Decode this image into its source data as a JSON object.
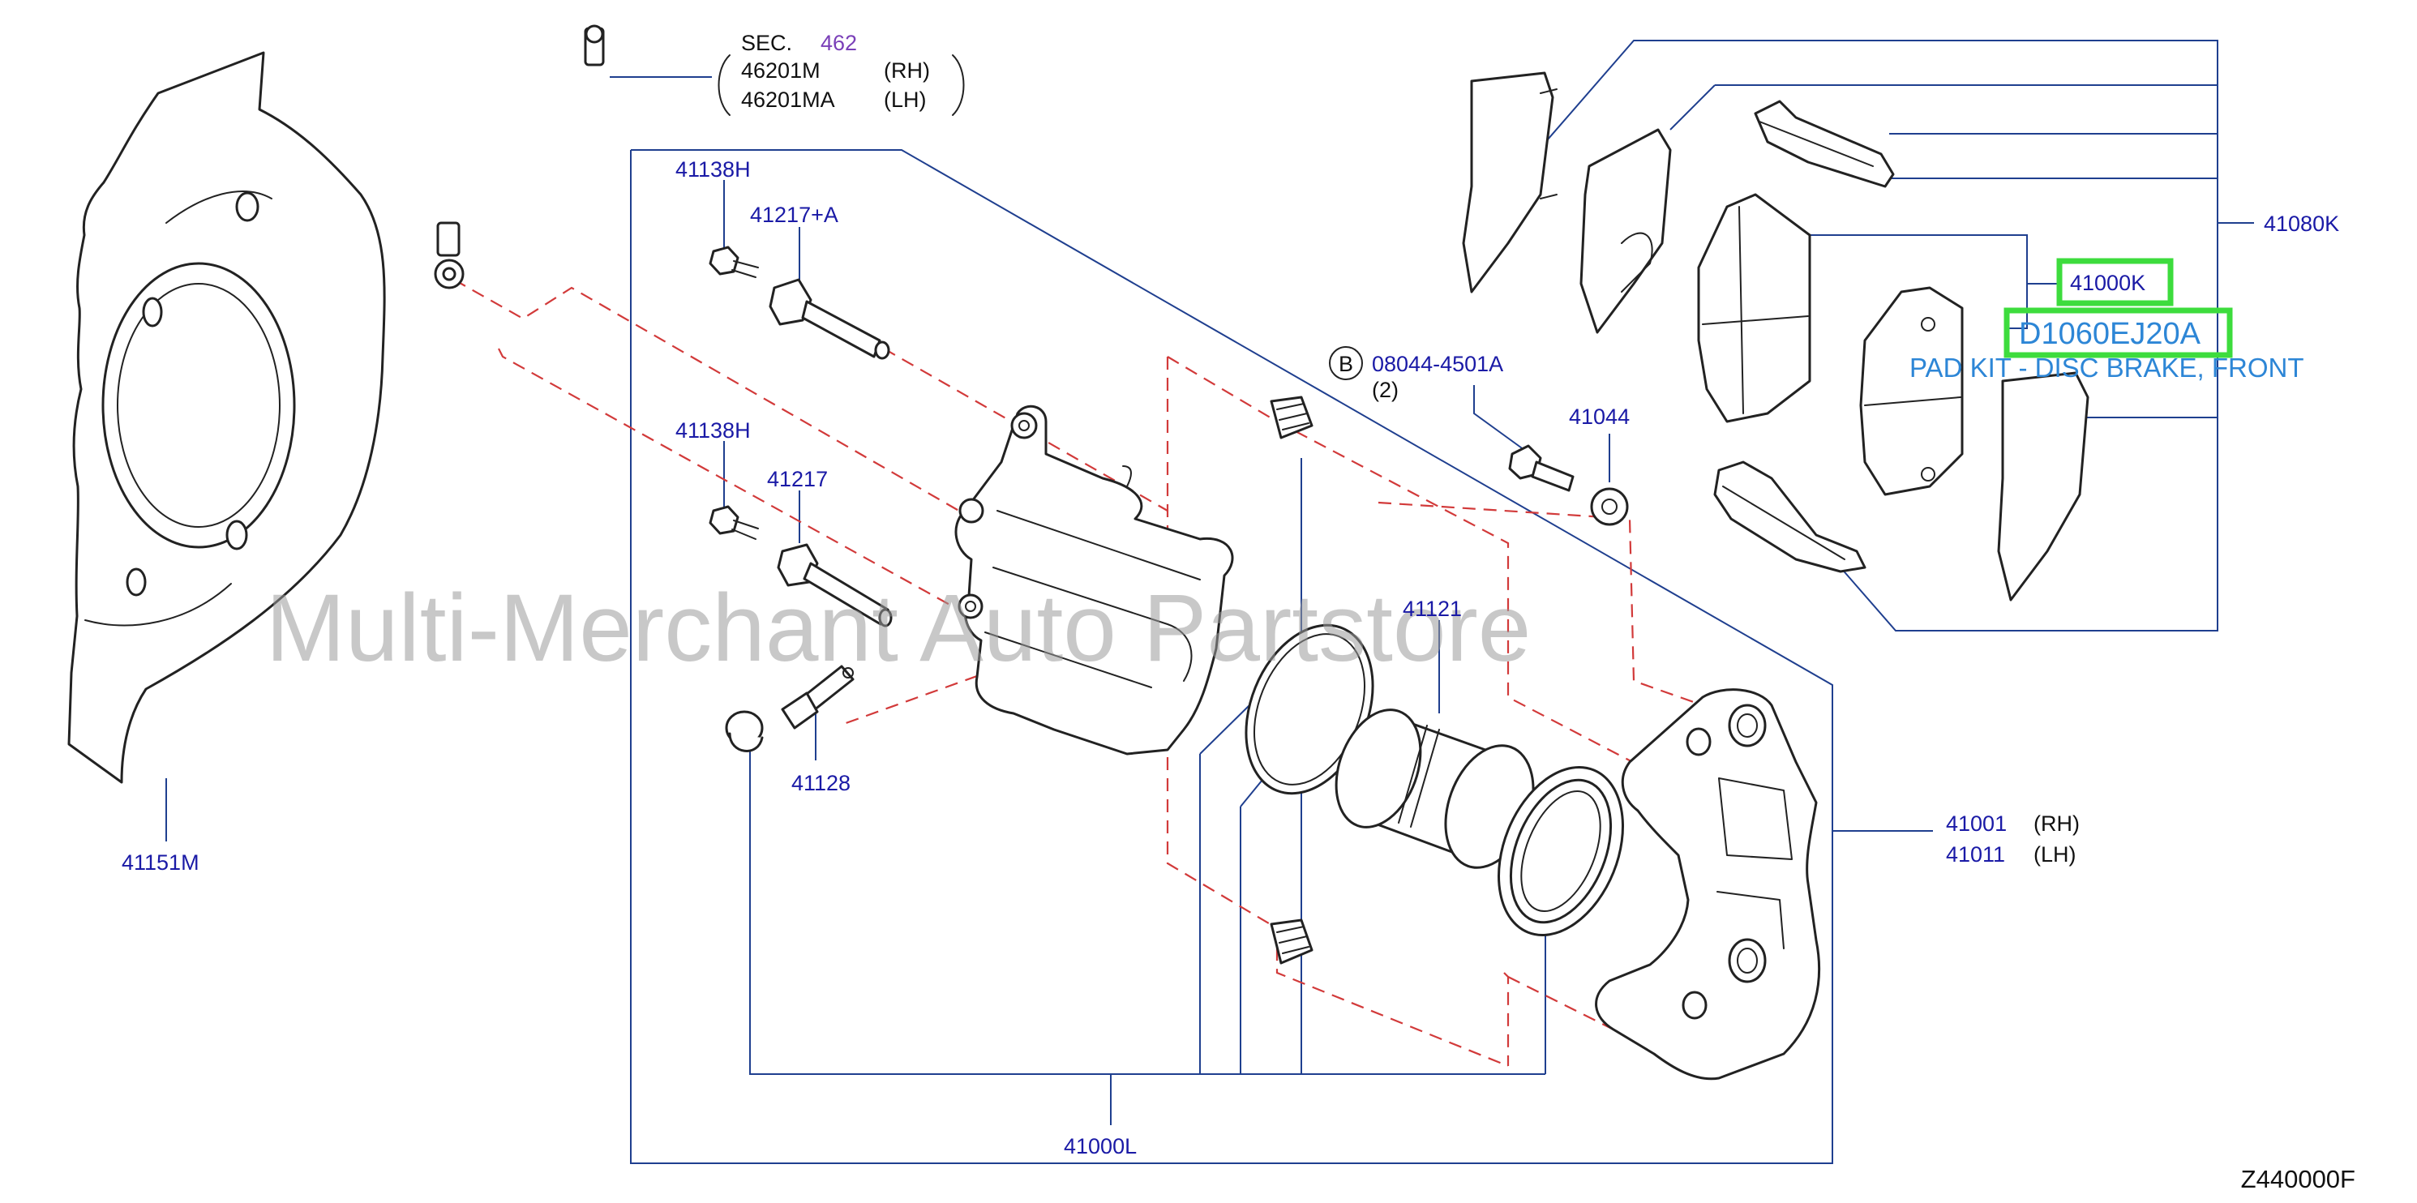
{
  "watermark": "Multi-Merchant Auto Partstore",
  "diagram_code": "Z440000F",
  "hose": {
    "sec_prefix": "SEC.",
    "sec_number": "462",
    "rh_part": "46201M",
    "rh_side": "(RH)",
    "lh_part": "46201MA",
    "lh_side": "(LH)"
  },
  "labels": {
    "backing_plate": "41151M",
    "bleeder_screw_1": "41138H",
    "pin_bolt_a": "41217+A",
    "bleeder_screw_2": "41138H",
    "pin_bolt": "41217",
    "bleeder_cap": "41128",
    "piston_seal": "41121",
    "caliper_assy": "41000L",
    "washer": "41044",
    "bolt_marker": "B",
    "bolt_part": "08044-4501A",
    "bolt_qty": "(2)",
    "caliper_rh_part": "41001",
    "caliper_rh_side": "(RH)",
    "caliper_lh_part": "41011",
    "caliper_lh_side": "(LH)",
    "hardware_kit": "41080K",
    "pad_set": "41000K"
  },
  "highlight": {
    "part_number": "D1060EJ20A",
    "description": "PAD KIT - DISC BRAKE, FRONT",
    "box_color": "#3ddc3d",
    "text_color": "#2d86d6"
  },
  "colors": {
    "part_label": "#1a1aa6",
    "leader_line": "#1f3f8f",
    "dashed_line": "#d23a3a"
  }
}
